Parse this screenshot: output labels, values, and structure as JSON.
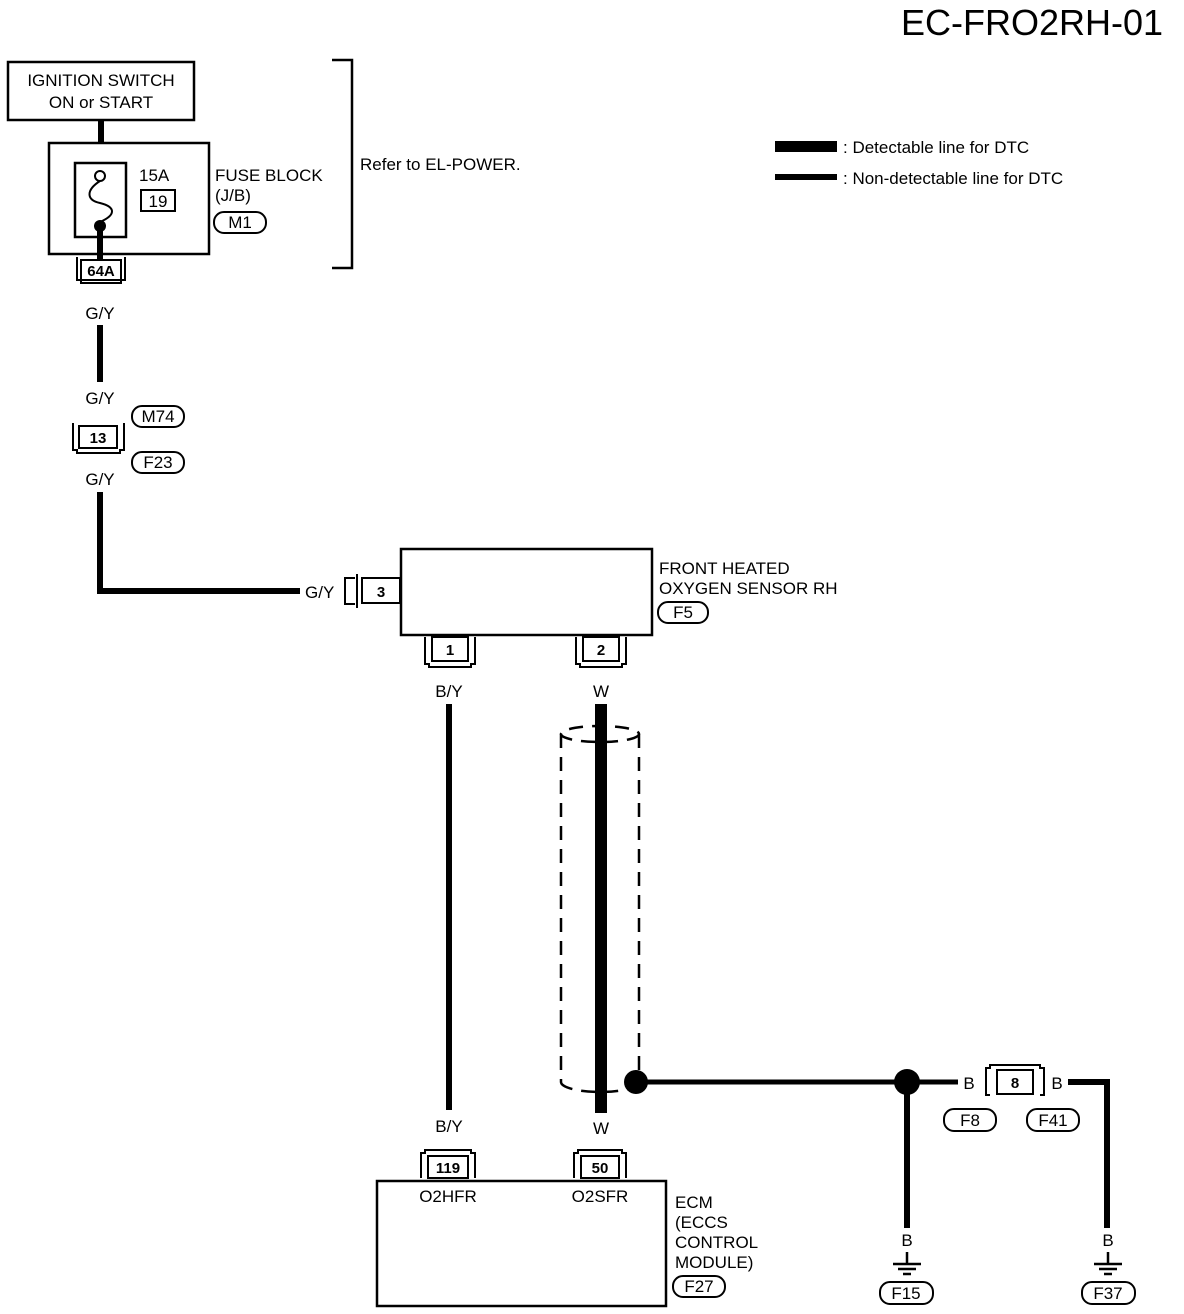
{
  "diagram_id": "EC-FRO2RH-01",
  "legend": {
    "detectable": ": Detectable line for DTC",
    "non_detectable": ": Non-detectable line for DTC"
  },
  "ignition_switch": {
    "line1": "IGNITION SWITCH",
    "line2": "ON or START"
  },
  "fuse": {
    "rating": "15A",
    "number": "19",
    "title": "FUSE BLOCK",
    "sub": "(J/B)",
    "conn": "M1",
    "terminal": "64A"
  },
  "refer_note": "Refer to EL-POWER.",
  "joint_connector": {
    "pin": "13",
    "conn_a": "M74",
    "conn_b": "F23"
  },
  "sensor": {
    "line1": "FRONT HEATED",
    "line2": "OXYGEN SENSOR RH",
    "conn": "F5",
    "pin_heater_supply": "3",
    "pin_heater_ground": "1",
    "pin_signal": "2"
  },
  "wire_colors": {
    "gy": "G/Y",
    "by": "B/Y",
    "w": "W",
    "b": "B"
  },
  "ecm": {
    "line1": "ECM",
    "line2": "(ECCS",
    "line3": "CONTROL",
    "line4": "MODULE)",
    "conn": "F27",
    "pin_heater": "119",
    "pin_heater_name": "O2HFR",
    "pin_signal": "50",
    "pin_signal_name": "O2SFR"
  },
  "ground_joint": {
    "pin": "8",
    "conn_a": "F8",
    "conn_b": "F41"
  },
  "grounds": {
    "g1": "F15",
    "g2": "F37"
  }
}
